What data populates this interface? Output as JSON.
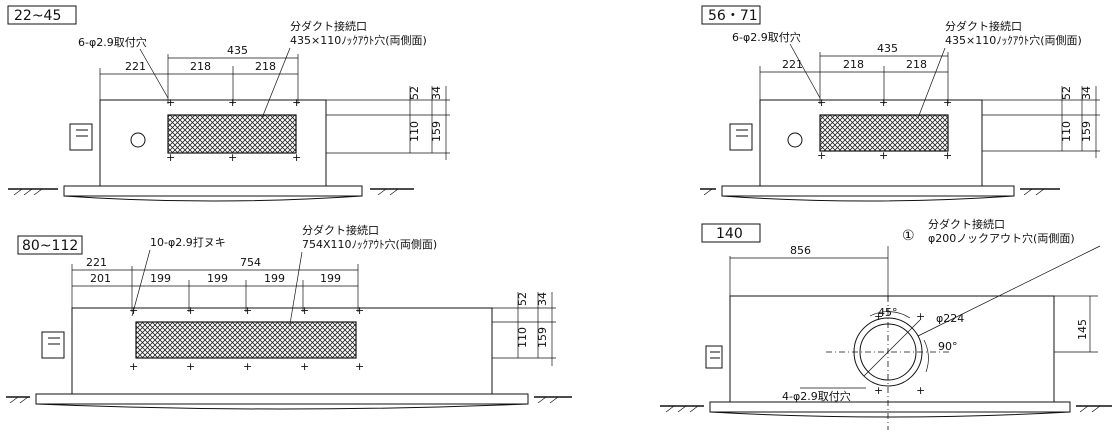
{
  "panels": [
    {
      "model": "22~45",
      "mount_hole_label": "6-φ2.9取付穴",
      "duct_label_line1": "分ダクト接続口",
      "duct_label_line2": "435×110ﾉｯｸｱｳﾄ穴(両側面)",
      "dims": {
        "total": "435",
        "left": "221",
        "seg1": "218",
        "seg2": "218",
        "v1": "52",
        "v2": "34",
        "v3": "110",
        "v4": "159"
      }
    },
    {
      "model": "56・71",
      "mount_hole_label": "6-φ2.9取付穴",
      "duct_label_line1": "分ダクト接続口",
      "duct_label_line2": "435×110ﾉｯｸｱｳﾄ穴(両側面)",
      "dims": {
        "total": "435",
        "left": "221",
        "seg1": "218",
        "seg2": "218",
        "v1": "52",
        "v2": "34",
        "v3": "110",
        "v4": "159"
      }
    },
    {
      "model": "80~112",
      "mount_hole_label": "10-φ2.9打ヌキ",
      "duct_label_line1": "分ダクト接続口",
      "duct_label_line2": "754X110ﾉｯｸｱｳﾄ穴(両側面)",
      "dims": {
        "total": "754",
        "left_outer": "221",
        "left_inner": "201",
        "seg1": "199",
        "seg2": "199",
        "seg3": "199",
        "seg4": "199",
        "v1": "52",
        "v2": "34",
        "v3": "110",
        "v4": "159"
      }
    },
    {
      "model": "140",
      "duct_label_line1": "分ダクト接続口",
      "duct_label_line2": "φ200ノックアウト穴(両側面)",
      "circle_marker": "①",
      "mount_hole_label": "4-φ2.9取付穴",
      "dims": {
        "horizontal": "856",
        "vertical": "145",
        "diameter": "φ224",
        "angle1": "45°",
        "angle2": "90°"
      }
    }
  ]
}
